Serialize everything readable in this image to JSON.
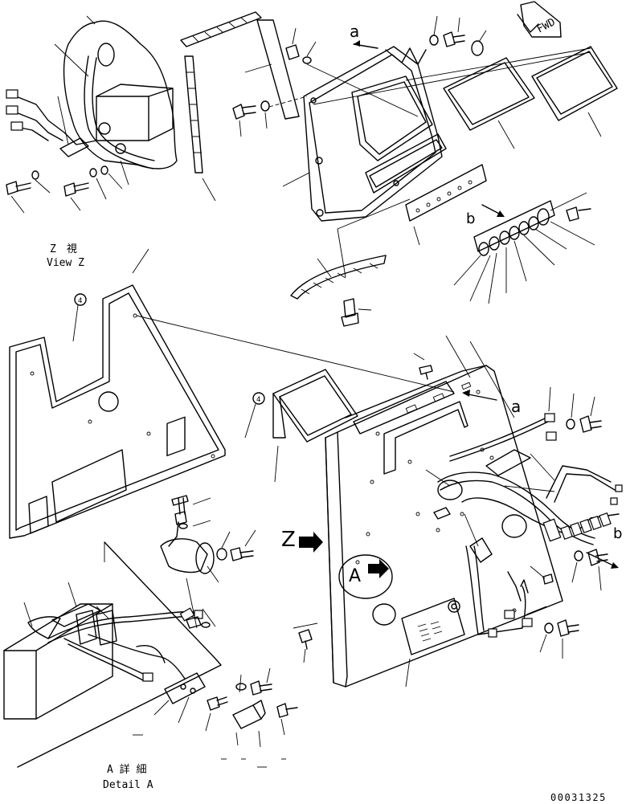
{
  "drawing_id": "00031325",
  "fwd_label": "FWD",
  "view_z": {
    "jp": "Z　視",
    "en": "View Z"
  },
  "detail_a": {
    "jp": "A 詳 細",
    "en": "Detail A"
  },
  "arrow_labels": {
    "a_top": "a",
    "a_mid": "a",
    "b_top": "b",
    "b_right": "b",
    "z": "Z",
    "a_detail": "A"
  },
  "part_marks": {
    "mark_left": "4",
    "mark_center": "4"
  }
}
